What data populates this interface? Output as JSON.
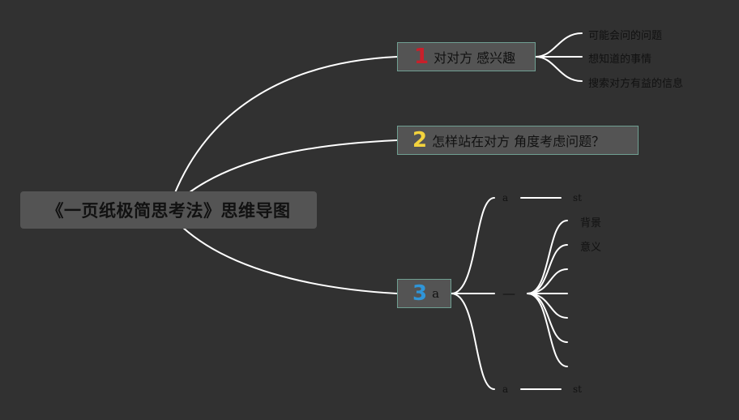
{
  "root": {
    "title": "《一页纸极简思考法》思维导图"
  },
  "branches": [
    {
      "badge": "1",
      "badge_color": "#c8202b",
      "label": "对对方 感兴趣",
      "children": [
        "可能会问的问题",
        "想知道的事情",
        "搜索对方有益的信息"
      ]
    },
    {
      "badge": "2",
      "badge_color": "#f3d33d",
      "label": "怎样站在对方 角度考虑问题？",
      "children": []
    },
    {
      "badge": "3",
      "badge_color": "#2f95d8",
      "label": "a",
      "top_row": {
        "left": "a",
        "right": "st"
      },
      "middle": {
        "label": "—",
        "children": [
          "背景",
          "意义"
        ]
      },
      "bottom_row": {
        "left": "a",
        "right": "st"
      }
    }
  ],
  "colors": {
    "background": "#313131",
    "node_fill": "#545454",
    "node_border": "#6f9f92",
    "connector": "#ffffff",
    "text": "#111111"
  }
}
